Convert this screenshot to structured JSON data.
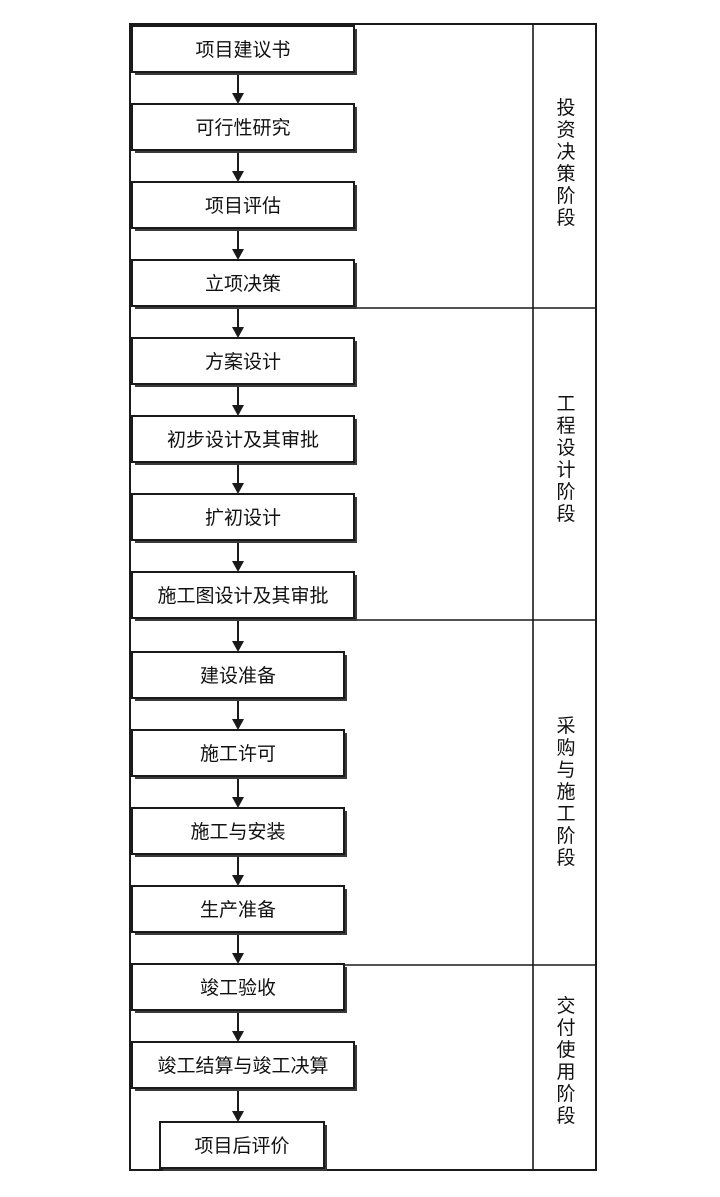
{
  "steps": [
    "项目建议书",
    "可行性研究",
    "项目评估",
    "立项决策",
    "方案设计",
    "初步设计及其审批",
    "扩初设计",
    "施工图设计及其审批",
    "建设准备",
    "施工许可",
    "施工与安装",
    "生产准备",
    "竣工验收",
    "竣工结算与竣工决算",
    "项目后评价"
  ],
  "phases": [
    "投资决策阶段",
    "工程设计阶段",
    "采购与施工阶段",
    "交付使用阶段"
  ]
}
